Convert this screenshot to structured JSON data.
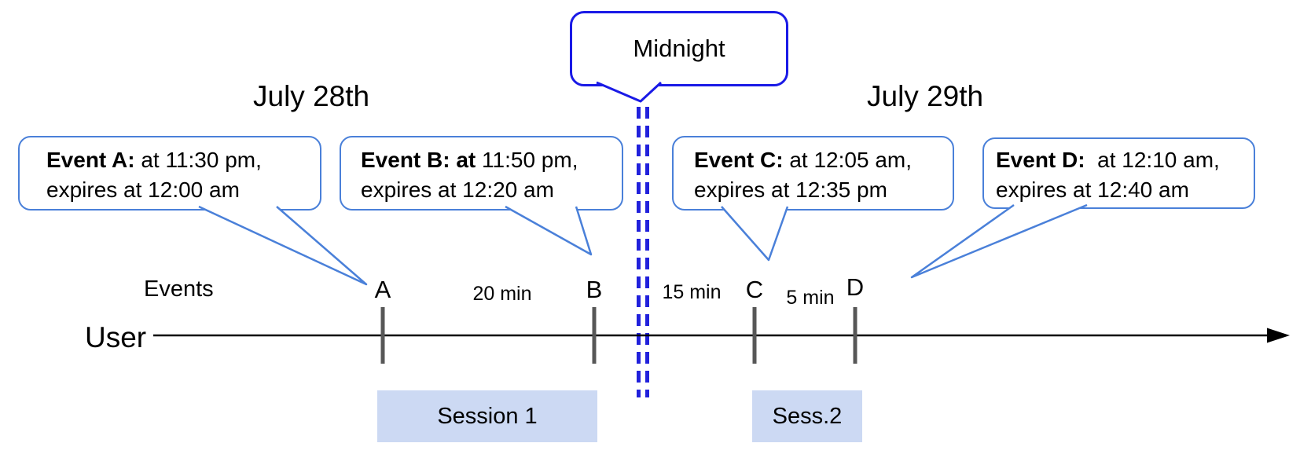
{
  "colors": {
    "event_bubble_border": "#4a80d9",
    "midnight_bubble_border": "#1a1ae6",
    "midnight_line": "#2121dc",
    "tick": "#575757",
    "timeline": "#000000",
    "session_fill": "#ccd9f3"
  },
  "day_labels": {
    "left": "July 28th",
    "right": "July 29th"
  },
  "midnight_callout": {
    "label": "Midnight"
  },
  "axis": {
    "row_label": "User",
    "events_label": "Events"
  },
  "event_callouts": [
    {
      "id": "A",
      "bold": "Event A:",
      "line1_rest": " at 11:30 pm,",
      "line2": "expires at 12:00 am"
    },
    {
      "id": "B",
      "bold": "Event B: at",
      "line1_rest": " 11:50 pm,",
      "line2": "expires at 12:20 am"
    },
    {
      "id": "C",
      "bold": "Event C:",
      "line1_rest": " at 12:05 am,",
      "line2": "expires at 12:35 pm"
    },
    {
      "id": "D",
      "bold": "Event D:",
      "line1_rest": "  at 12:10 am,",
      "line2": "expires at 12:40 am"
    }
  ],
  "tick_labels": [
    "A",
    "B",
    "C",
    "D"
  ],
  "intervals": [
    "20 min",
    "15 min",
    "5 min"
  ],
  "sessions": [
    "Session 1",
    "Sess.2"
  ]
}
